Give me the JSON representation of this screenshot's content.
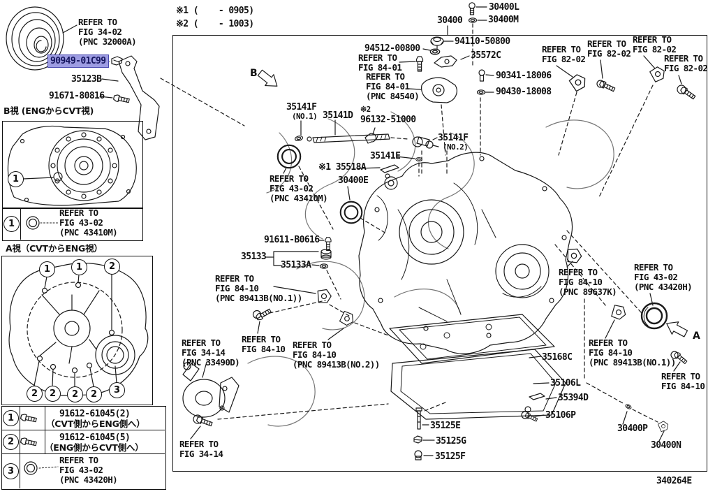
{
  "meta": {
    "diagram_number": "340264E"
  },
  "legend": {
    "note1": "※1 (    - 0905)",
    "note2": "※2 (    - 1003)"
  },
  "glyphs": {
    "n1": "1",
    "n2": "2",
    "n3": "3",
    "view_a": "A",
    "view_b": "B"
  },
  "colors": {
    "line": "#1a1a1a",
    "highlight_bg": "#9d9ce2",
    "highlight_border": "#4949b0",
    "highlight_text": "#15155e"
  },
  "sections": {
    "top_left": {
      "ref_fig_34_02": "REFER TO\nFIG 34-02\n(PNC 32000A)",
      "part_90949": "90949-01C99",
      "part_35123B": "35123B",
      "part_91671": "91671-80816"
    },
    "b_view": {
      "title": "B視 (ENGからCVT視)",
      "ref_fig_43_02": "REFER TO\nFIG 43-02\n(PNC 43410M)"
    },
    "a_view": {
      "title": "A視（CVTからENG視）"
    },
    "fastener_table": {
      "row1_part": "91612-61045(2)",
      "row1_note": "（CVT側からENG側へ）",
      "row2_part": "91612-61045(5)",
      "row2_note": "（ENG側からCVT側へ）",
      "row3_ref": "REFER TO\nFIG 43-02\n(PNC 43420H)"
    },
    "main": {
      "part_30400": "30400",
      "part_30400L": "30400L",
      "part_30400M": "30400M",
      "part_94110": "94110-50800",
      "part_94512": "94512-00800",
      "ref_fig_84_01": "REFER TO\nFIG 84-01",
      "ref_fig_84_01_pnc": "REFER TO\nFIG 84-01\n(PNC 84540)",
      "part_35572C": "35572C",
      "part_90341": "90341-18006",
      "part_90430": "90430-18008",
      "ref_fig_82_02": "REFER TO\nFIG 82-02",
      "part_35141F": "35141F",
      "no1": "(NO.1)",
      "no2": "(NO.2)",
      "part_35141D": "35141D",
      "star2": "※2",
      "part_96132": "96132-51000",
      "part_35141E": "35141E",
      "part_35518A": "※1 35518A",
      "part_30400E": "30400E",
      "ref_fig_43_02_43410M": "REFER TO\nFIG 43-02\n(PNC 43410M)",
      "part_91611": "91611-B0616",
      "part_35133": "35133",
      "part_35133A": "35133A",
      "ref_fig_84_10_no1": "REFER TO\nFIG 84-10\n(PNC 89413B(NO.1))",
      "ref_fig_84_10_no2": "REFER TO\nFIG 84-10\n(PNC 89413B(NO.2))",
      "ref_fig_84_10": "REFER TO\nFIG 84-10",
      "ref_fig_34_14_pnc": "REFER TO\nFIG 34-14\n(PNC 33490D)",
      "ref_fig_34_14": "REFER TO\nFIG 34-14",
      "ref_fig_84_10_89637K": "REFER TO\nFIG 84-10\n(PNC 89637K)",
      "ref_fig_43_02_43420H": "REFER TO\nFIG 43-02\n(PNC 43420H)",
      "part_35125E": "35125E",
      "part_35125G": "35125G",
      "part_35125F": "35125F",
      "part_35168C": "35168C",
      "part_35106L": "35106L",
      "part_35394D": "35394D",
      "part_35106P": "35106P",
      "part_30400P": "30400P",
      "part_30400N": "30400N"
    }
  }
}
